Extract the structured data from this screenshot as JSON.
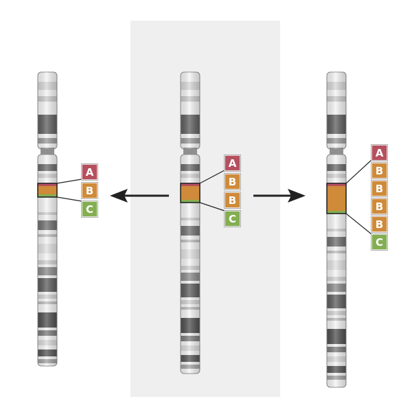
{
  "panels": [
    {
      "id": "deletion",
      "genes": [
        {
          "letter": "A",
          "gene": "A"
        },
        {
          "letter": "B",
          "gene": "B"
        },
        {
          "letter": "C",
          "gene": "C"
        }
      ]
    },
    {
      "id": "normal",
      "genes": [
        {
          "letter": "A",
          "gene": "A"
        },
        {
          "letter": "B",
          "gene": "B"
        },
        {
          "letter": "B",
          "gene": "B"
        },
        {
          "letter": "C",
          "gene": "C"
        }
      ]
    },
    {
      "id": "duplication",
      "genes": [
        {
          "letter": "A",
          "gene": "A"
        },
        {
          "letter": "B",
          "gene": "B"
        },
        {
          "letter": "B",
          "gene": "B"
        },
        {
          "letter": "B",
          "gene": "B"
        },
        {
          "letter": "B",
          "gene": "B"
        },
        {
          "letter": "C",
          "gene": "C"
        }
      ]
    }
  ],
  "gene_colors": {
    "A": "#b5505f",
    "B": "#cf8a3a",
    "C": "#84ae52"
  },
  "colors": {
    "center_panel_bg": "#efefef",
    "arrow": "#222222",
    "chromosome_outline": "#8a8a8a",
    "highlight_border": "#1a1a1a"
  },
  "arrows": [
    "arrow-left-icon",
    "arrow-right-icon"
  ]
}
